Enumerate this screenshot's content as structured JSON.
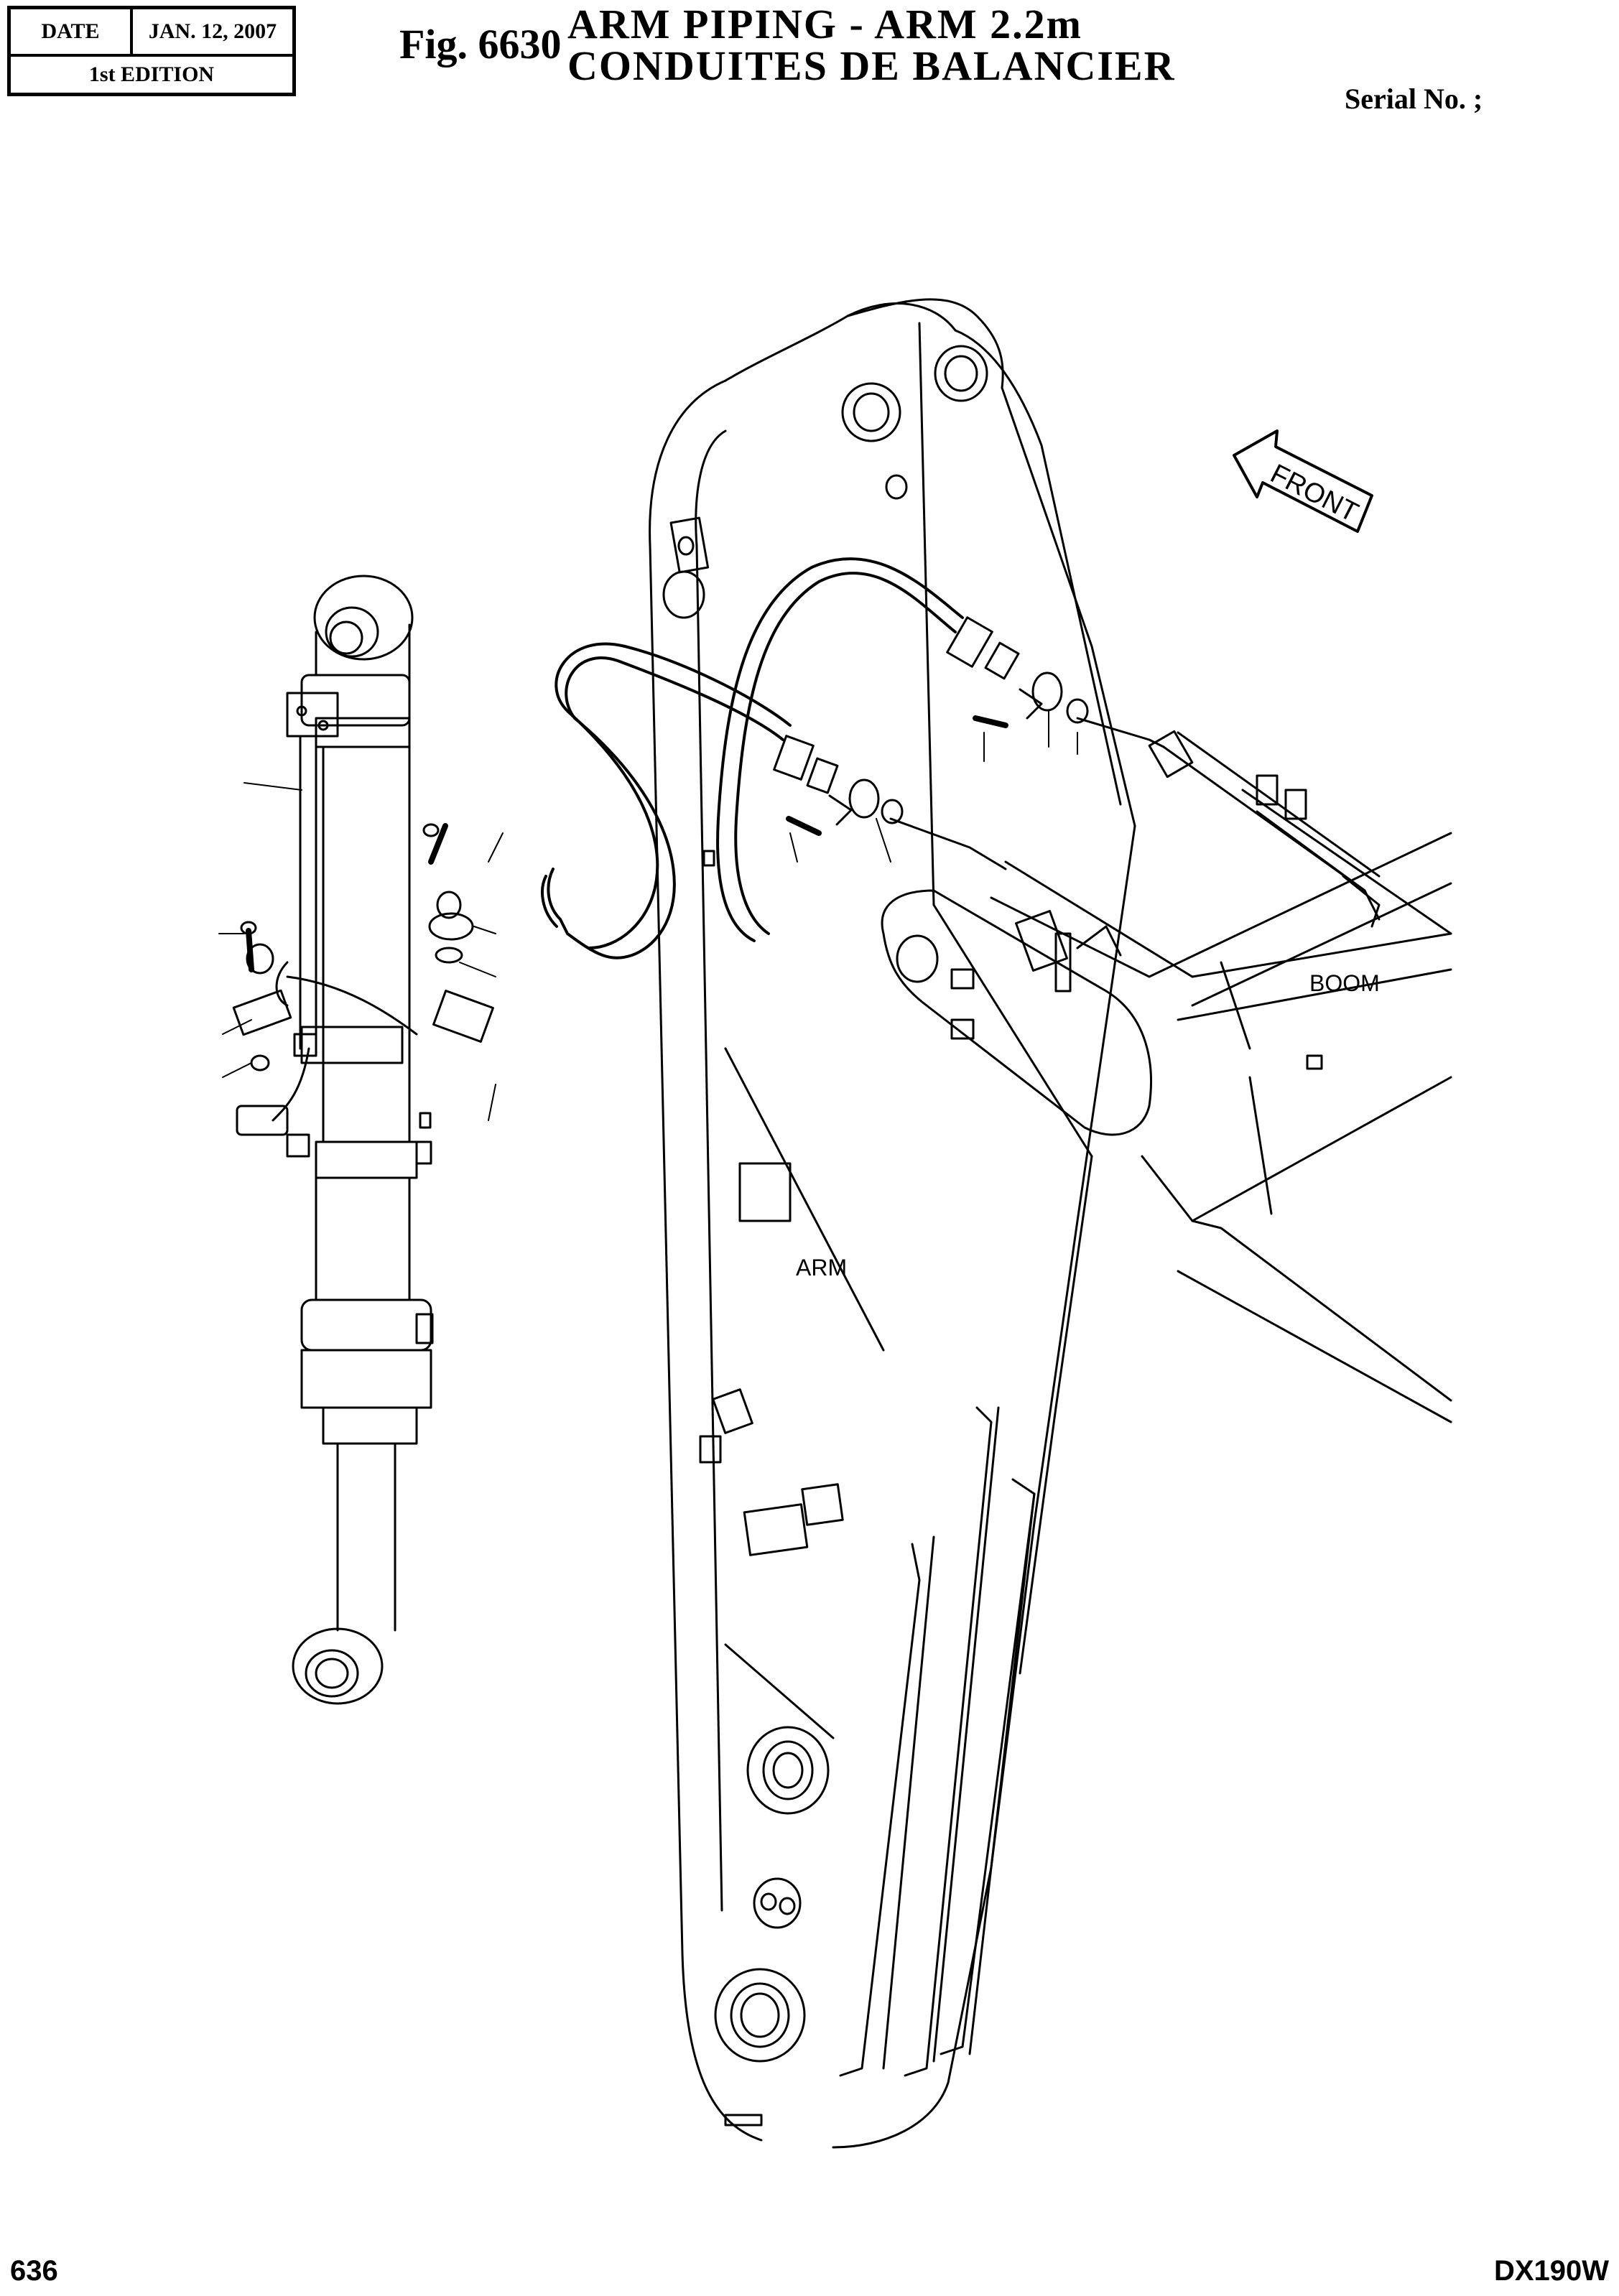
{
  "header": {
    "date_label": "DATE",
    "date_value": "JAN. 12, 2007",
    "edition": "1st EDITION"
  },
  "figure_number": "Fig. 6630",
  "title_line1": "ARM  PIPING  -  ARM  2.2m",
  "title_line2": "CONDUITES  DE  BALANCIER",
  "serial_label": "Serial No. ;",
  "labels": {
    "front": "FRONT",
    "boom": "BOOM",
    "arm": "ARM"
  },
  "footer": {
    "page_number": "636",
    "model": "DX190W"
  }
}
